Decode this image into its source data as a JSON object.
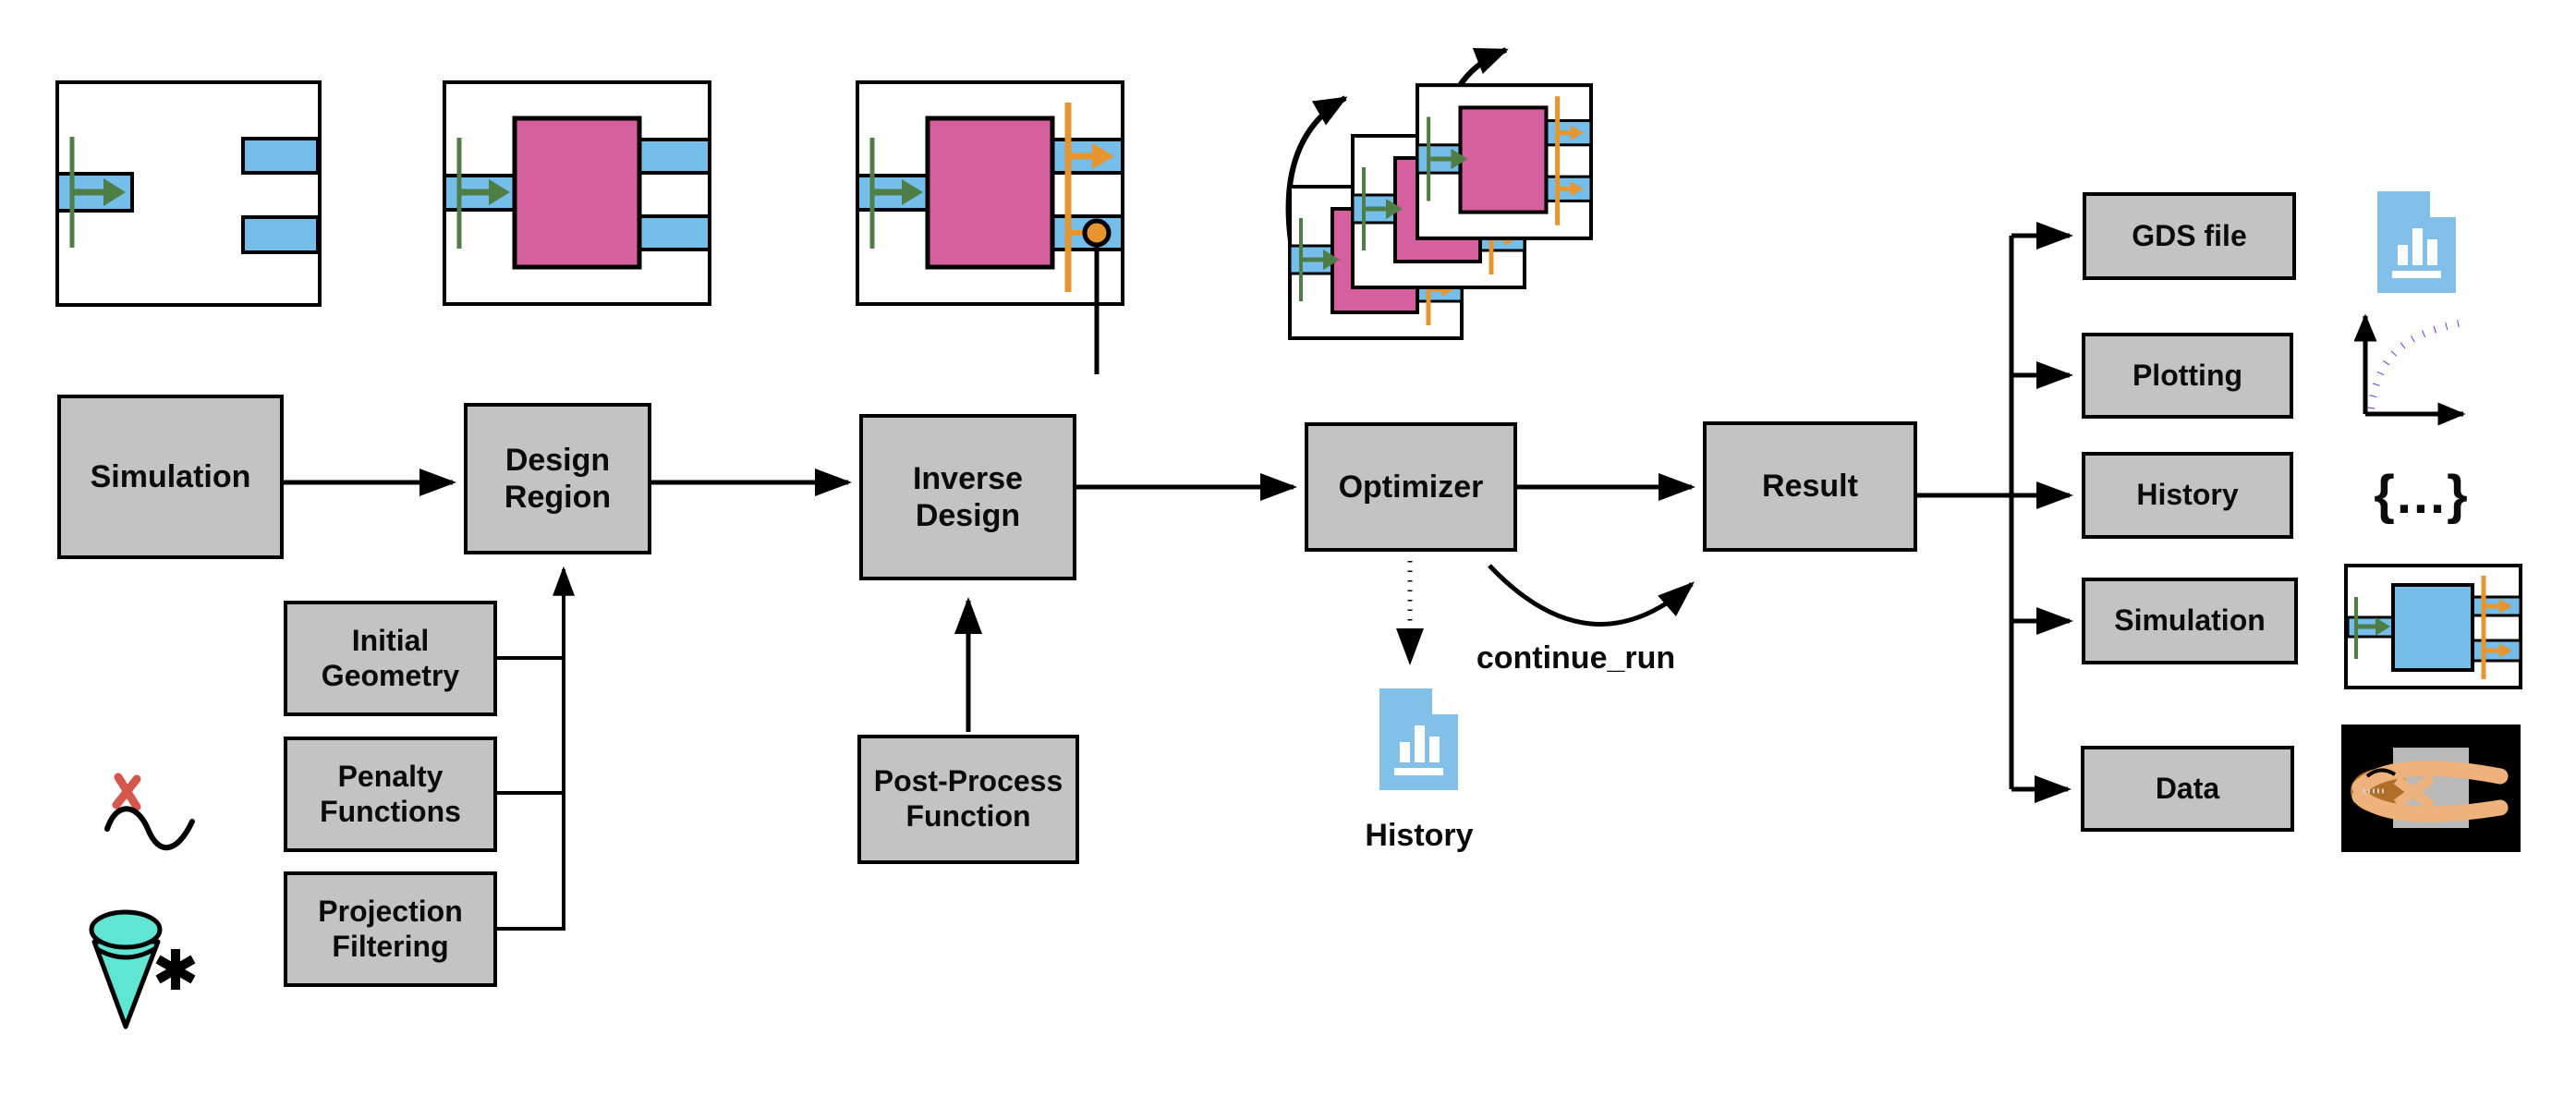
{
  "diagram": {
    "main_flow": [
      {
        "label": "Simulation"
      },
      {
        "label": "Design Region"
      },
      {
        "label": "Inverse Design"
      },
      {
        "label": "Optimizer"
      },
      {
        "label": "Result"
      }
    ],
    "design_inputs": [
      {
        "label": "Initial Geometry"
      },
      {
        "label": "Penalty Functions"
      },
      {
        "label": "Projection Filtering"
      }
    ],
    "post_process": {
      "label": "Post-Process Function"
    },
    "outputs": [
      {
        "label": "GDS file"
      },
      {
        "label": "Plotting"
      },
      {
        "label": "History"
      },
      {
        "label": "Simulation"
      },
      {
        "label": "Data"
      }
    ],
    "annotations": {
      "continue_run": "continue_run",
      "history_caption": "History",
      "braces_glyph": "{...}"
    },
    "colors": {
      "box_fill": "#c3c3c3",
      "box_border": "#000000",
      "waveguide_blue": "#74bee9",
      "source_green": "#4e7e45",
      "design_pink": "#d6609f",
      "monitor_orange": "#e6952f",
      "file_blue": "#82c0ea",
      "curve_purple": "#6b2fe0",
      "x_red": "#d4574e",
      "cone_teal": "#5fe5d2"
    }
  }
}
